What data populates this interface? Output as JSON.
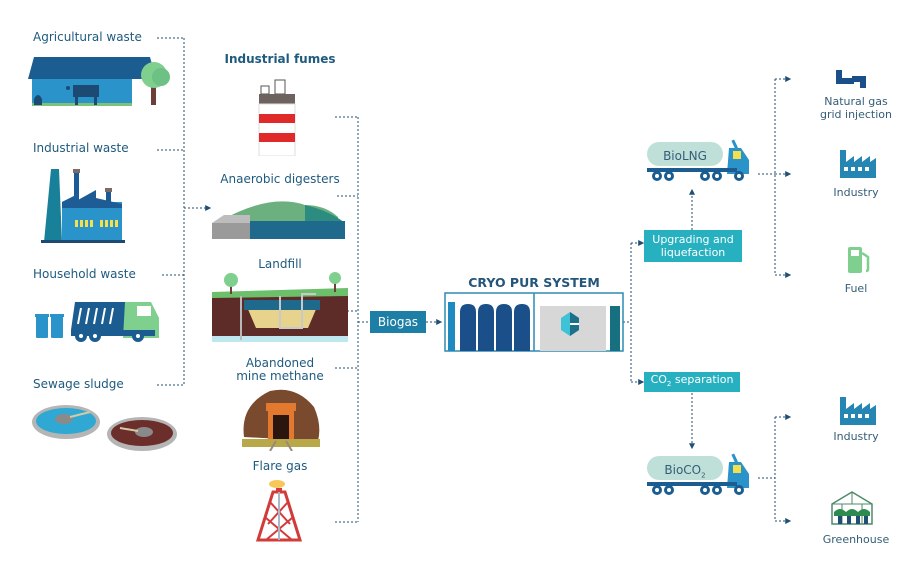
{
  "sources": {
    "waste": [
      {
        "label": "Agricultural waste",
        "icon": "barn-icon"
      },
      {
        "label": "Industrial waste",
        "icon": "factory-icon"
      },
      {
        "label": "Household waste",
        "icon": "garbage-truck-icon"
      },
      {
        "label": "Sewage sludge",
        "icon": "sludge-basin-icon"
      }
    ],
    "gas": [
      {
        "label": "Industrial fumes",
        "icon": "chimney-icon"
      },
      {
        "label": "Anaerobic digesters",
        "icon": "digester-icon"
      },
      {
        "label": "Landfill",
        "icon": "landfill-icon"
      },
      {
        "label_line1": "Abandoned",
        "label_line2": "mine methane",
        "icon": "mine-icon"
      },
      {
        "label": "Flare gas",
        "icon": "flare-tower-icon"
      }
    ]
  },
  "center": {
    "biogas_label": "Biogas",
    "system_title": "CRYO PUR SYSTEM"
  },
  "processes": {
    "upgrading_line1": "Upgrading and",
    "upgrading_line2": "liquefaction",
    "co2_prefix": "CO",
    "co2_sub": "2",
    "co2_suffix": " separation"
  },
  "products": {
    "biolng": "BioLNG",
    "bioco2_prefix": "BioCO",
    "bioco2_sub": "2"
  },
  "outputs": {
    "lng": [
      {
        "line1": "Natural gas",
        "line2": "grid injection",
        "icon": "pipe-icon"
      },
      {
        "line1": "Industry",
        "icon": "factory-icon"
      },
      {
        "line1": "Fuel",
        "icon": "fuel-pump-icon"
      }
    ],
    "co2": [
      {
        "line1": "Industry",
        "icon": "factory-icon"
      },
      {
        "line1": "Greenhouse",
        "icon": "greenhouse-icon"
      }
    ]
  },
  "colors": {
    "label": "#1f5a7f",
    "teal_box": "#27b0c0",
    "biogas_box": "#1e7fa6",
    "connector": "#1f4f73"
  }
}
